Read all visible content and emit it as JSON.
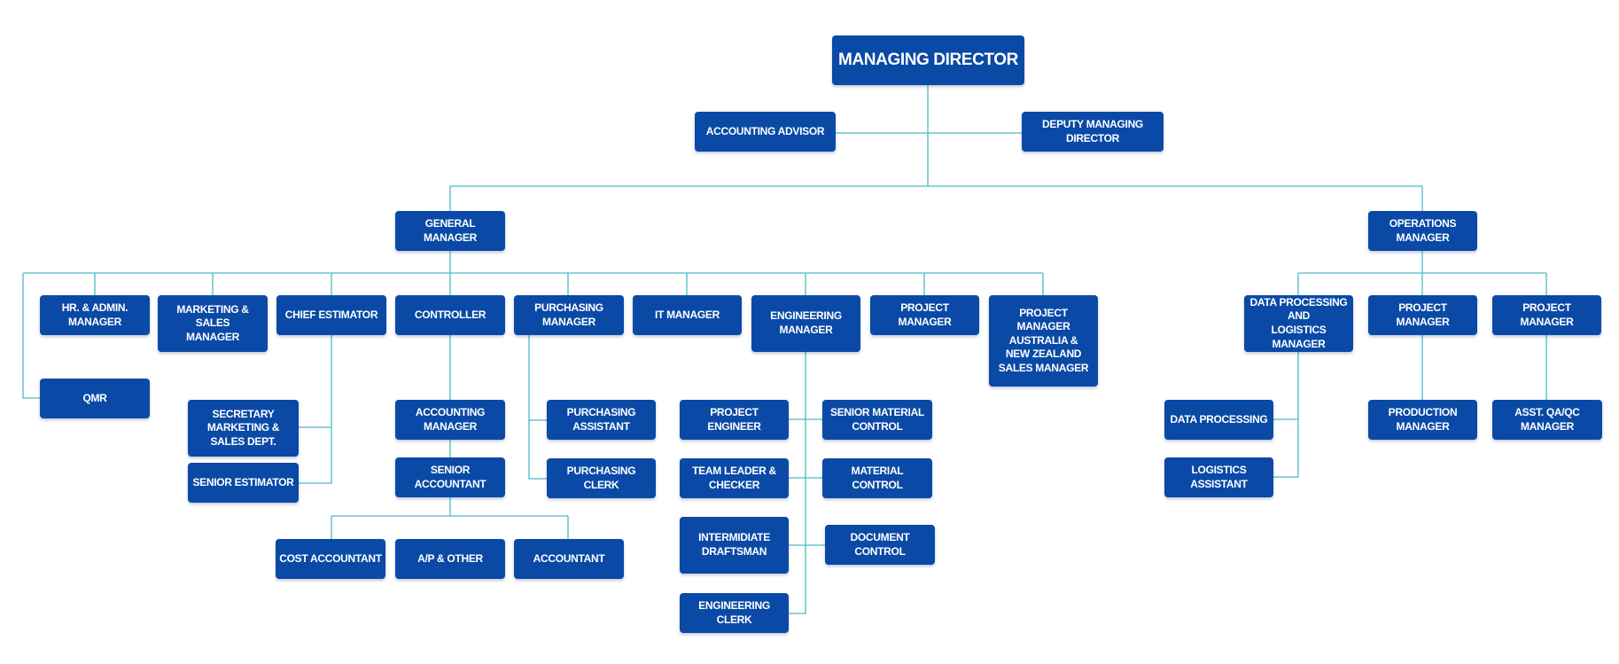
{
  "colors": {
    "box": "#0a4aa6",
    "text": "#ffffff",
    "connector": "#4fb8c6"
  },
  "nodes": {
    "managing_director": "MANAGING DIRECTOR",
    "accounting_advisor": "ACCOUNTING ADVISOR",
    "deputy_managing_director": "DEPUTY MANAGING DIRECTOR",
    "general_manager": "GENERAL MANAGER",
    "operations_manager": "OPERATIONS MANAGER",
    "hr_admin_manager": "HR. & ADMIN. MANAGER",
    "qmr": "QMR",
    "marketing_sales_manager": "MARKETING & SALES\nMANAGER",
    "chief_estimator": "CHIEF ESTIMATOR",
    "secretary_marketing": "SECRETARY MARKETING &\nSALES DEPT.",
    "senior_estimator": "SENIOR ESTIMATOR",
    "controller": "CONTROLLER",
    "accounting_manager": "ACCOUNTING MANAGER",
    "senior_accountant": "SENIOR ACCOUNTANT",
    "cost_accountant": "COST ACCOUNTANT",
    "ap_other": "A/P & OTHER",
    "accountant": "ACCOUNTANT",
    "purchasing_manager": "PURCHASING MANAGER",
    "purchasing_assistant": "PURCHASING ASSISTANT",
    "purchasing_clerk": "PURCHASING CLERK",
    "it_manager": "IT MANAGER",
    "engineering_manager": "ENGINEERING\nMANAGER",
    "project_engineer": "PROJECT  ENGINEER",
    "team_leader_checker": "TEAM LEADER & CHECKER",
    "intermediate_draftsman": "INTERMIDIATE\nDRAFTSMAN",
    "engineering_clerk": "ENGINEERING CLERK",
    "senior_material_control": "SENIOR MATERIAL CONTROL",
    "material_control": "MATERIAL CONTROL",
    "document_control": "DOCUMENT CONTROL",
    "project_manager_gm": "PROJECT MANAGER",
    "project_manager_au_nz": "PROJECT MANAGER\nAUSTRALIA &\nNEW ZEALAND\nSALES MANAGER",
    "data_processing_logistics_manager": "DATA PROCESSING AND\nLOGISTICS MANAGER",
    "data_processing": "DATA PROCESSING",
    "logistics_assistant": "LOGISTICS  ASSISTANT",
    "project_manager_ops_1": "PROJECT MANAGER",
    "production_manager": "PRODUCTION MANAGER",
    "project_manager_ops_2": "PROJECT MANAGER",
    "asst_qa_qc_manager": "ASST. QA/QC MANAGER"
  }
}
